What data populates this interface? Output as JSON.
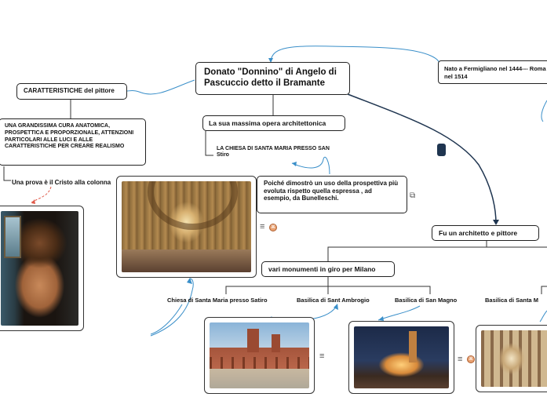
{
  "root": {
    "title": "Donato \"Donnino\" di Angelo di Pascuccio detto il Bramante"
  },
  "birth": {
    "text": "Nato a Fermigliano nel 1444--- Roma nel 1514"
  },
  "characteristics": {
    "label": "CARATTERISTICHE del pittore",
    "description": "UNA GRANDISSIMA CURA ANATOMICA, PROSPETTICA E PROPORZIONALE, ATTENZIONI PARTICOLARI ALLE LUCI E ALLE CARATTERISTICHE PER CREARE REALISMO",
    "proof": "Una prova è il Cristo alla colonna"
  },
  "masterpiece": {
    "label": "La sua massima opera architettonica",
    "church": "LA CHIESA DI SANTA MARIA PRESSO SAN Stiro",
    "reason": "Poiché dimostrò un uso della prospettiva più evoluta rispetto quella espressa , ad esempio,  da Bunelleschi."
  },
  "career": {
    "label": "Fu un architetto e pittore",
    "monuments_label": "vari monumenti in giro per Milano",
    "monuments": [
      "Chiesa di Santa Maria presso Satiro",
      "Basilica di Sant Ambrogio",
      "Basilica di San Magno",
      "Basilica di Santa M"
    ]
  },
  "icons": {
    "notes": "notes-icon",
    "link": "external-link-icon",
    "badge": "attachment-badge-icon"
  },
  "colors": {
    "connector_blue": "#3a8fc9",
    "dark_node": "#1f3550",
    "line": "#333333",
    "dash_red": "#e05a4a"
  }
}
